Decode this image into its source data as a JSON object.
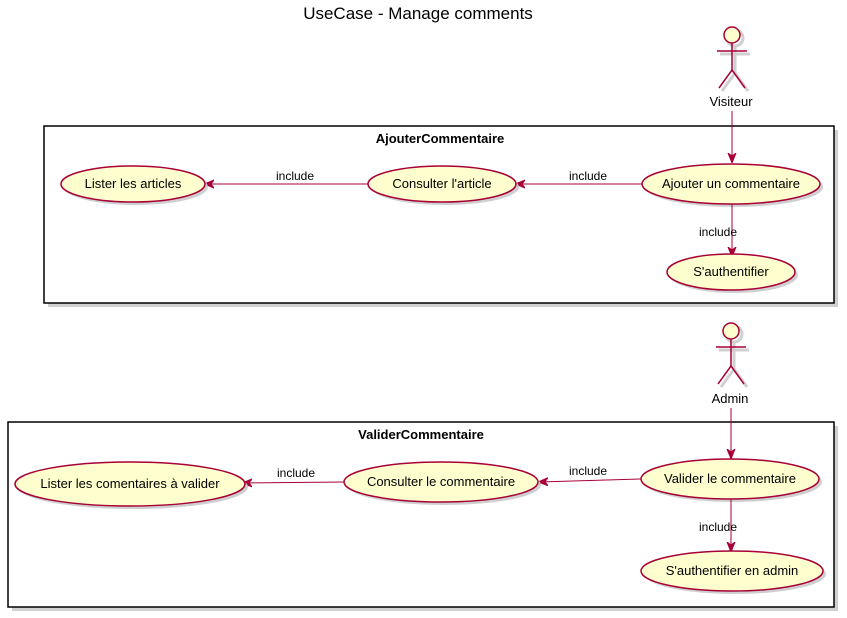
{
  "title": "UseCase - Manage comments",
  "packages": {
    "p1": {
      "name": "AjouterCommentaire"
    },
    "p2": {
      "name": "ValiderCommentaire"
    }
  },
  "actors": {
    "a1": {
      "name": "Visiteur"
    },
    "a2": {
      "name": "Admin"
    }
  },
  "usecases": {
    "lister_articles": "Lister les articles",
    "consulter_article": "Consulter l'article",
    "ajouter_commentaire": "Ajouter un commentaire",
    "authentifier": "S'authentifier",
    "lister_commentaires": "Lister les comentaires à valider",
    "consulter_commentaire": "Consulter le commentaire",
    "valider_commentaire": "Valider le commentaire",
    "authentifier_admin": "S'authentifier en admin"
  },
  "relations": {
    "include_label": "include"
  },
  "colors": {
    "usecase_fill": "#FEFECE",
    "line": "#A80036",
    "border": "#000000"
  }
}
